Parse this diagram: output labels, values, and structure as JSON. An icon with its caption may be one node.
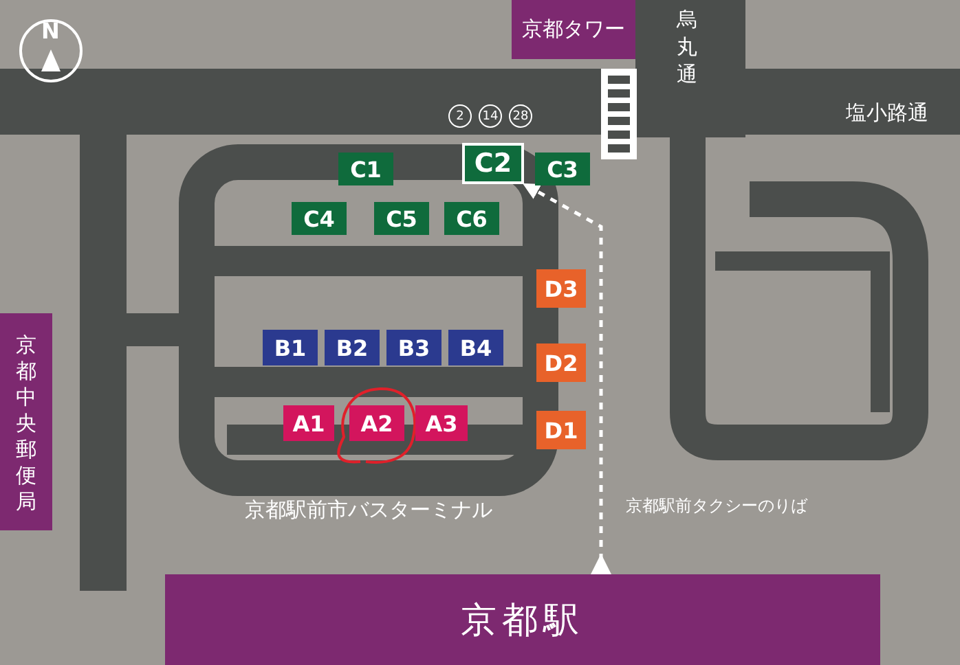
{
  "diagram": {
    "nodes": [
      {
        "text": [
          "京都タワー"
        ]
      },
      {
        "text": [
          "C1"
        ]
      },
      {
        "text": [
          "C2"
        ],
        "beside": [
          "2",
          "14",
          "28"
        ]
      },
      {
        "text": [
          "C3"
        ]
      },
      {
        "text": [
          "C4"
        ]
      },
      {
        "text": [
          "C5"
        ]
      },
      {
        "text": [
          "C6"
        ]
      },
      {
        "text": [
          "D3"
        ]
      },
      {
        "text": [
          "京都中央郵便局"
        ]
      },
      {
        "text": [
          "B1"
        ]
      },
      {
        "text": [
          "B2"
        ]
      },
      {
        "text": [
          "B3"
        ]
      },
      {
        "text": [
          "B4"
        ]
      },
      {
        "text": [
          "D2"
        ]
      },
      {
        "text": [
          "A1"
        ]
      },
      {
        "text": [
          "A2"
        ]
      },
      {
        "text": [
          "A3"
        ]
      },
      {
        "text": [
          "D1"
        ]
      },
      {
        "text": [
          "京都駅"
        ]
      }
    ],
    "edges": [
      {
        "from": 18,
        "to": 2,
        "arrow": "to",
        "style": "dashed"
      }
    ],
    "labels": [
      "N",
      "烏丸通",
      "塩小路通",
      "京都駅前市バスターミナル",
      "京都駅前タクシーのりば"
    ]
  }
}
